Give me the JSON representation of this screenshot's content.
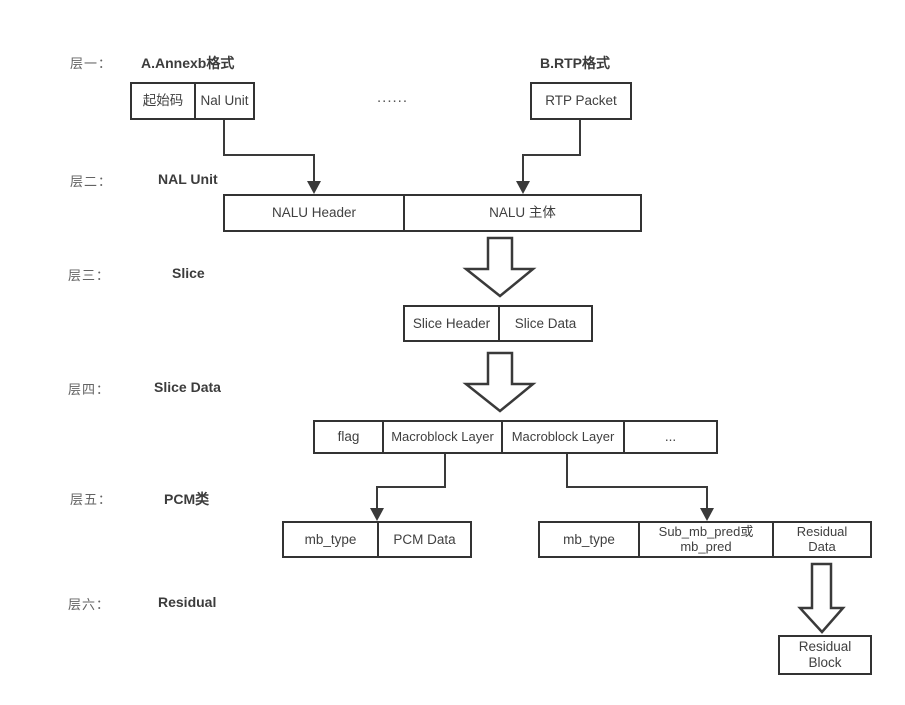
{
  "labels": {
    "l1": "层一：",
    "l2": "层二：",
    "l3": "层三：",
    "l4": "层四：",
    "l5": "层五：",
    "l6": "层六："
  },
  "titles": {
    "annexb": "A.Annexb格式",
    "rtp": "B.RTP格式",
    "nal_unit": "NAL Unit",
    "slice": "Slice",
    "slice_data": "Slice Data",
    "pcm": "PCM类",
    "residual": "Residual"
  },
  "dots": "......",
  "boxes": {
    "annexb": {
      "cells": [
        "起始码",
        "Nal Unit"
      ]
    },
    "rtp": {
      "cells": [
        "RTP Packet"
      ]
    },
    "nalu": {
      "cells": [
        "NALU Header",
        "NALU 主体"
      ]
    },
    "slice": {
      "cells": [
        "Slice Header",
        "Slice Data"
      ]
    },
    "slice_data": {
      "cells": [
        "flag",
        "Macroblock Layer",
        "Macroblock Layer",
        "..."
      ]
    },
    "pcm": {
      "cells": [
        "mb_type",
        "PCM Data"
      ]
    },
    "pred": {
      "cells": [
        "mb_type",
        "Sub_mb_pred或\nmb_pred",
        "Residual\nData"
      ]
    },
    "residual_block": {
      "cells": [
        "Residual\nBlock"
      ]
    }
  },
  "colors": {
    "line": "#3a3a3a",
    "text": "#404040",
    "label": "#636363"
  }
}
